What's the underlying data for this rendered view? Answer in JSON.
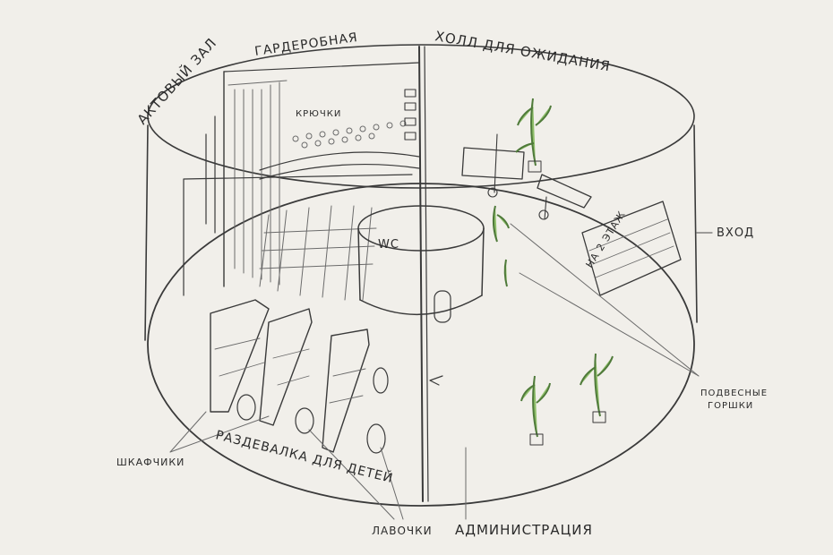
{
  "labels": {
    "assembly_hall": "АКТОВЫЙ ЗАЛ",
    "cloakroom": "ГАРДЕРОБНАЯ",
    "waiting_hall": "ХОЛЛ ДЛЯ ОЖИДАНИЯ",
    "hooks": "КРЮЧКИ",
    "wc": "WC",
    "stairs": "НА 2 ЭТАЖ",
    "entrance": "ВХОД",
    "hanging_pots_1": "ПОДВЕСНЫЕ",
    "hanging_pots_2": "ГОРШКИ",
    "lockers": "ШКАФЧИКИ",
    "children_changing": "РАЗДЕВАЛКА ДЛЯ ДЕТЕЙ",
    "benches": "ЛАВОЧКИ",
    "administration": "АДМИНИСТРАЦИЯ"
  },
  "colors": {
    "paper": "#f1efea",
    "ink": "#3a3a3a",
    "plant_green": "#8fbf6a"
  }
}
